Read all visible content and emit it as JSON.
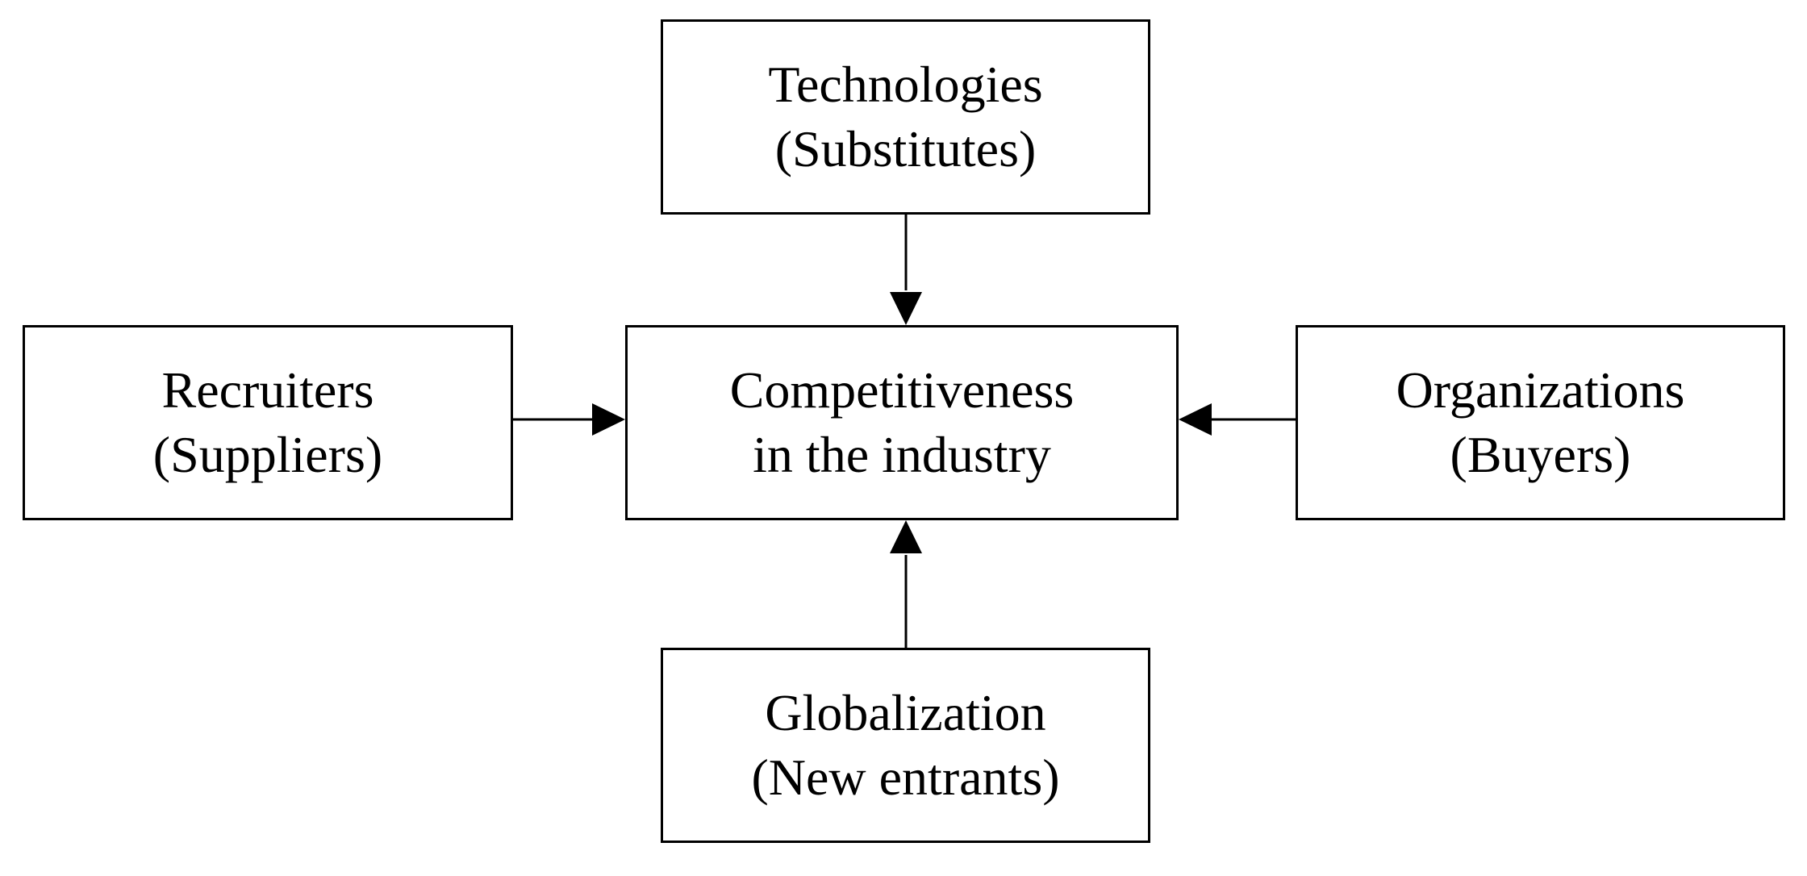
{
  "diagram": {
    "nodes": {
      "top": {
        "line1": "Technologies",
        "line2": "(Substitutes)"
      },
      "center": {
        "line1": "Competitiveness",
        "line2": "in the industry"
      },
      "left": {
        "line1": "Recruiters",
        "line2": "(Suppliers)"
      },
      "right": {
        "line1": "Organizations",
        "line2": "(Buyers)"
      },
      "bottom": {
        "line1": "Globalization",
        "line2": "(New entrants)"
      }
    },
    "edges": [
      {
        "from": "top",
        "to": "center"
      },
      {
        "from": "left",
        "to": "center"
      },
      {
        "from": "right",
        "to": "center"
      },
      {
        "from": "bottom",
        "to": "center"
      }
    ],
    "colors": {
      "stroke": "#000000",
      "background": "#ffffff",
      "text": "#000000"
    }
  }
}
